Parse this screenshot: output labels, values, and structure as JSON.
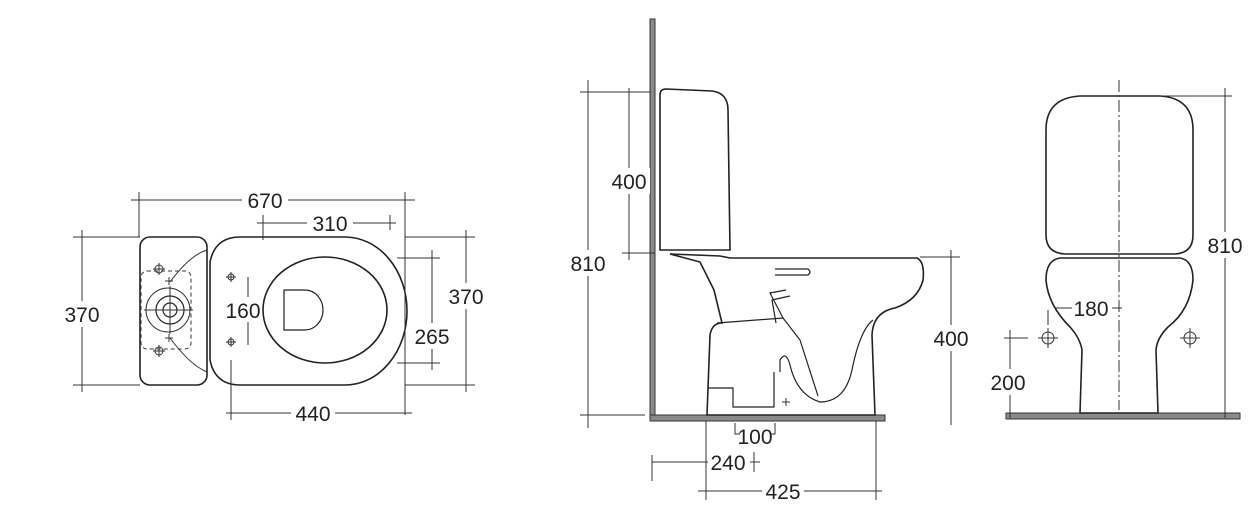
{
  "plan_view": {
    "overall_length": "670",
    "fixing_to_front": "310",
    "width_left": "370",
    "width_right": "370",
    "seat_width": "265",
    "fixing_spacing": "160",
    "bowl_length": "440"
  },
  "side_view": {
    "total_height": "810",
    "cistern_height": "400",
    "rim_height": "400",
    "outlet_offset": "100",
    "outlet_from_wall": "240",
    "base_depth": "425"
  },
  "front_view": {
    "total_height": "810",
    "fixing_spacing": "180",
    "fixing_height": "200"
  }
}
